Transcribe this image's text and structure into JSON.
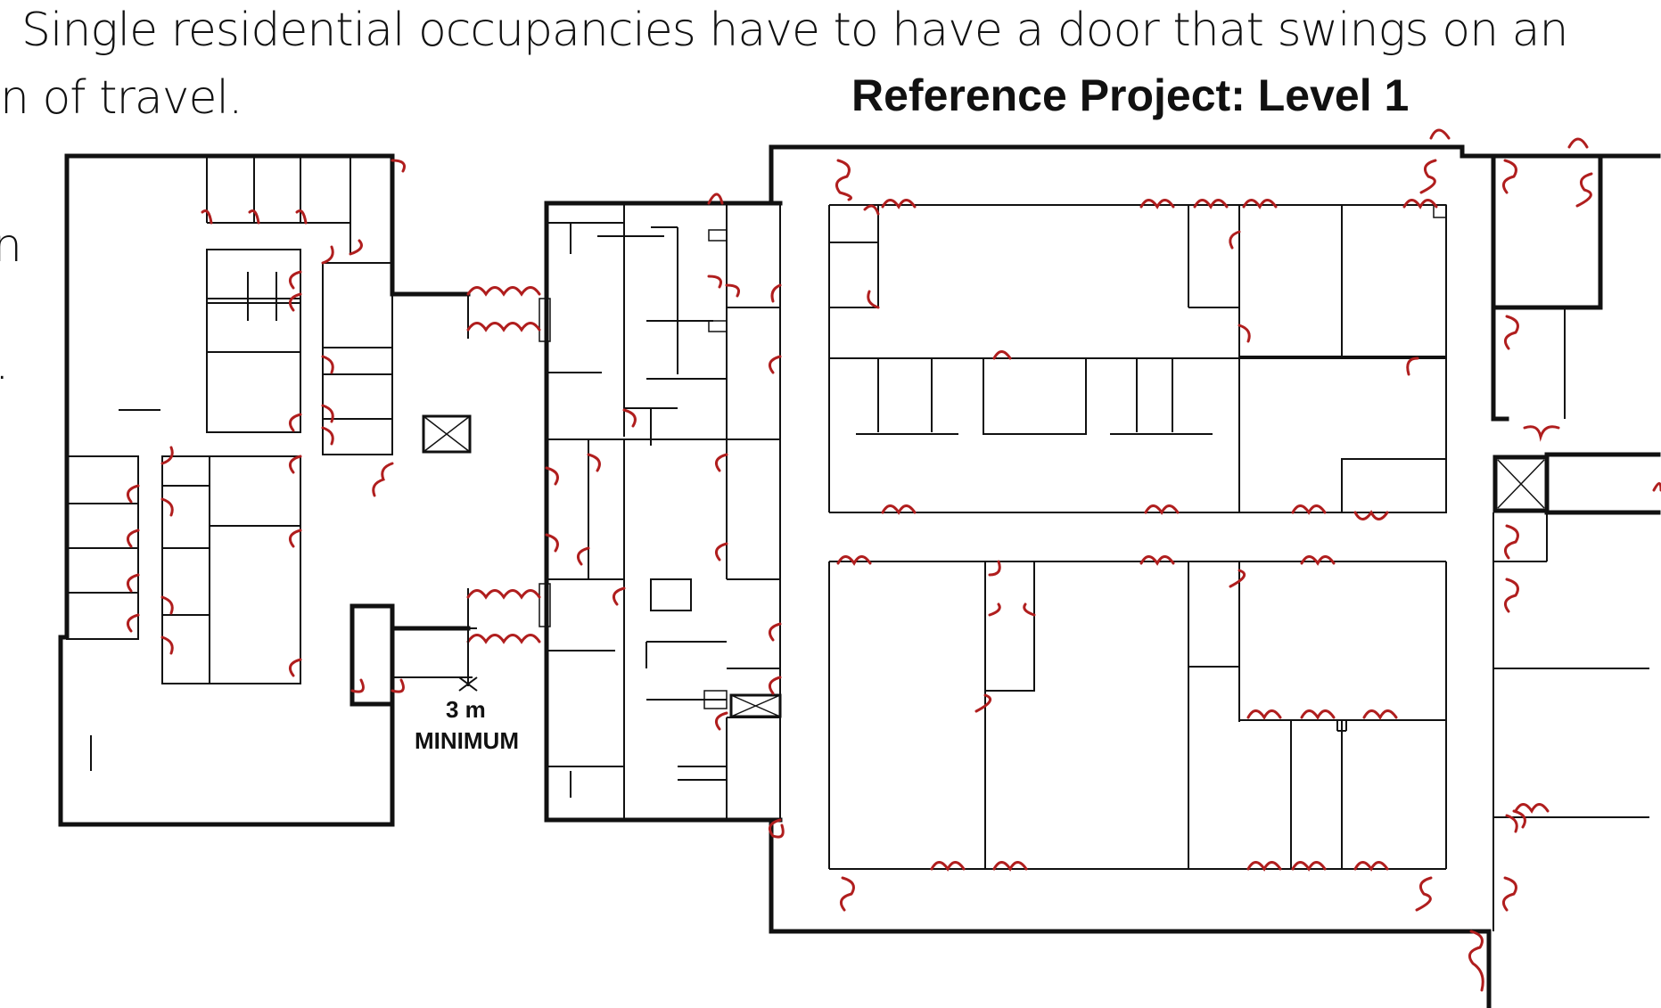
{
  "slide": {
    "body_line_1": "Single residential occupancies have to have a door that swings on an",
    "body_line_2": "n of travel.",
    "fragment_left_1": "n",
    "fragment_left_2": ".",
    "title": "Reference Project: Level 1"
  },
  "plan": {
    "dimension_value": "3 m",
    "dimension_note": "MINIMUM",
    "colors": {
      "walls": "#111111",
      "doors": "#b01e1e"
    }
  }
}
